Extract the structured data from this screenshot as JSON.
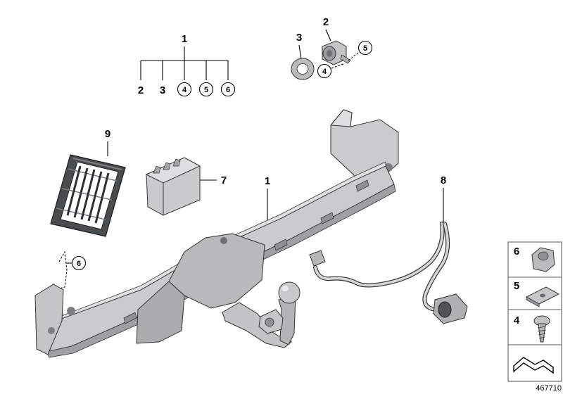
{
  "tree": {
    "root": "1",
    "children": [
      "2",
      "3",
      "4",
      "5",
      "6"
    ]
  },
  "callouts": {
    "main_beam": "1",
    "bracket_pin": "2",
    "washer": "3",
    "bracket_screw": "4",
    "bracket_clip": "5",
    "left_end": "6",
    "control_unit": "7",
    "harness": "8",
    "seal_frame": "9"
  },
  "legend": {
    "nut": "6",
    "clip": "5",
    "screw": "4"
  },
  "diagram_id": "467710",
  "colors": {
    "part_fill": "#c9cbcd",
    "part_dark": "#8a8d90",
    "part_light": "#e2e3e4",
    "line": "#000000",
    "legend_border": "#555555"
  }
}
